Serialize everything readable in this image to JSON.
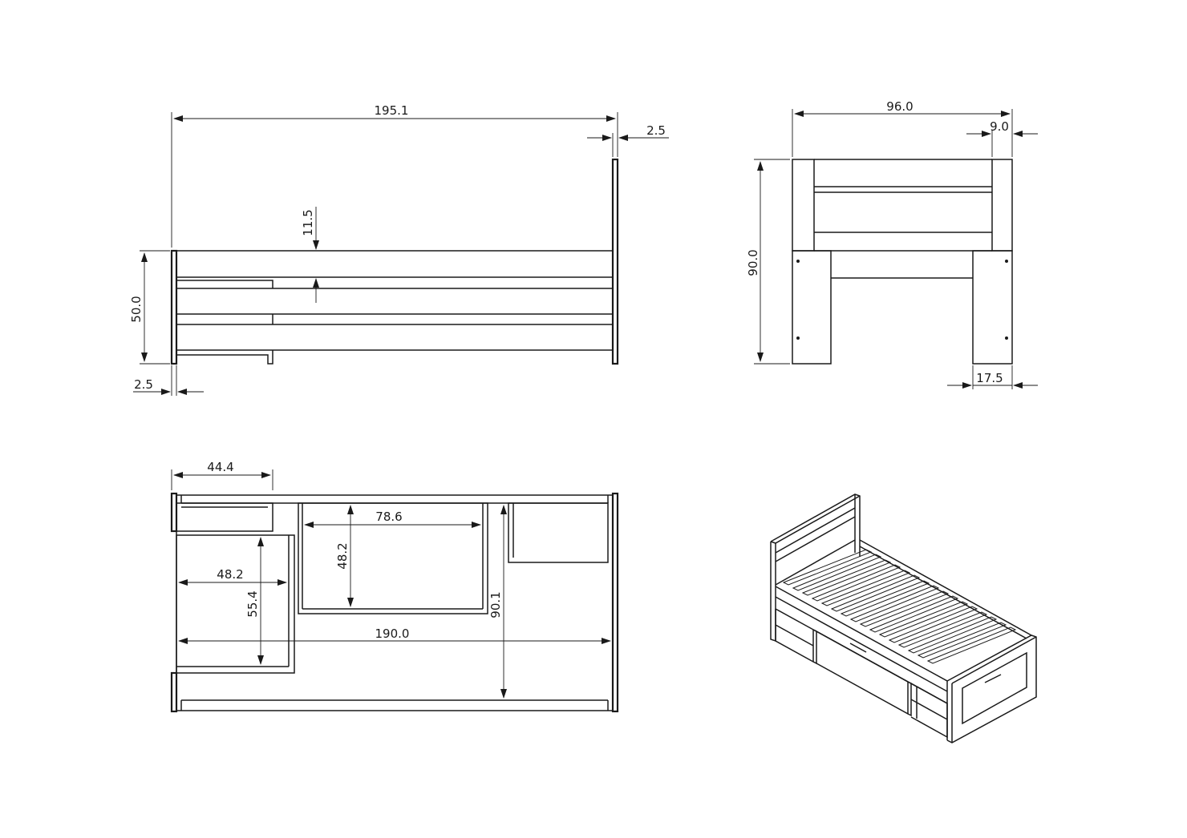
{
  "side_view": {
    "overall_length": "195.1",
    "headboard_thickness": "2.5",
    "rail_height": "11.5",
    "frame_height": "50.0",
    "footboard_thickness": "2.5"
  },
  "end_view": {
    "overall_width": "96.0",
    "post_inset": "9.0",
    "headboard_height": "90.0",
    "post_width": "17.5"
  },
  "top_view": {
    "drawer_offset": "44.4",
    "drawer_width": "78.6",
    "drawer_depth": "48.2",
    "cubby_width": "48.2",
    "cubby_depth": "55.4",
    "inner_width": "90.1",
    "inner_length": "190.0"
  },
  "colors": {
    "ink": "#1a1a1a",
    "background": "#ffffff"
  }
}
